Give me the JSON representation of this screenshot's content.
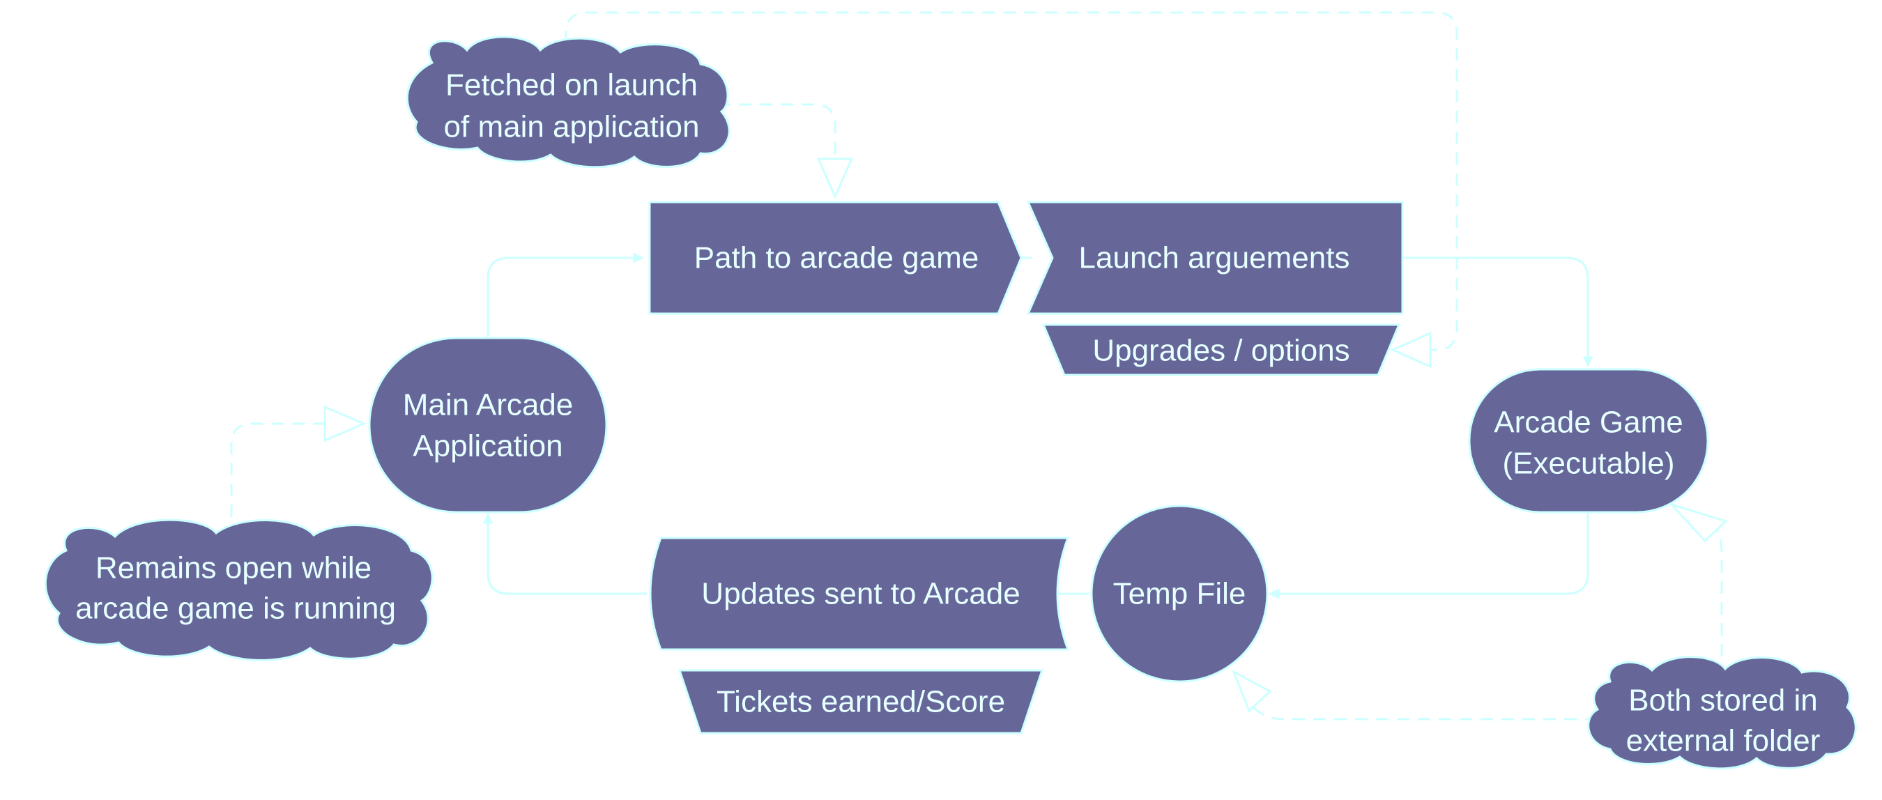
{
  "colors": {
    "node_fill": "#666699",
    "node_stroke": "#ccffff",
    "edge": "#ccffff",
    "text": "#e6ffff",
    "background": "#ffffff"
  },
  "nodes": {
    "main_app": {
      "line1": "Main Arcade",
      "line2": "Application"
    },
    "path": {
      "label": "Path to arcade game"
    },
    "launch_args": {
      "label": "Launch arguements"
    },
    "upgrades": {
      "label": "Upgrades / options"
    },
    "arcade_game": {
      "line1": "Arcade Game",
      "line2": "(Executable)"
    },
    "temp_file": {
      "label": "Temp File"
    },
    "updates": {
      "label": "Updates sent to Arcade"
    },
    "tickets": {
      "label": "Tickets earned/Score"
    }
  },
  "notes": {
    "fetched": {
      "line1": "Fetched on launch",
      "line2": "of main application"
    },
    "remains_open": {
      "line1": "Remains open while",
      "line2": "arcade game is running"
    },
    "stored": {
      "line1": "Both stored in",
      "line2": "external folder"
    }
  }
}
